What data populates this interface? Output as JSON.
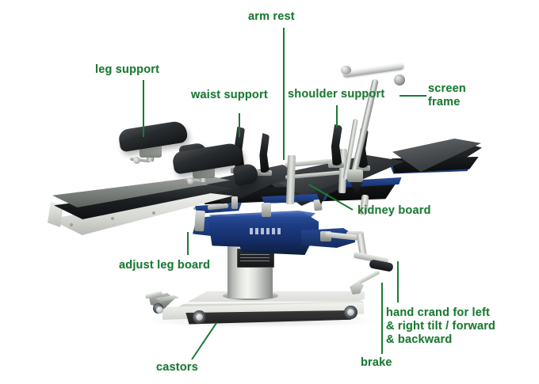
{
  "figure": {
    "subject": "operating-table",
    "background_color": "#ffffff",
    "label_color": "#1a7a33",
    "leader_color": "#1a7a33"
  },
  "annotations": [
    {
      "id": "leg-support",
      "label": "leg support"
    },
    {
      "id": "waist-support",
      "label": "waist support"
    },
    {
      "id": "arm-rest",
      "label": "arm rest"
    },
    {
      "id": "shoulder-support",
      "label": "shoulder support"
    },
    {
      "id": "screen-frame",
      "label_line1": "screen",
      "label_line2": "frame"
    },
    {
      "id": "kidney-board",
      "label": "kidney board"
    },
    {
      "id": "adjust-leg-board",
      "label": "adjust leg board"
    },
    {
      "id": "castors",
      "label": "castors"
    },
    {
      "id": "brake",
      "label": "brake"
    },
    {
      "id": "hand-crank",
      "label_line1": "hand crand for left",
      "label_line2": "& right tilt / forward",
      "label_line3": "& backward"
    }
  ]
}
